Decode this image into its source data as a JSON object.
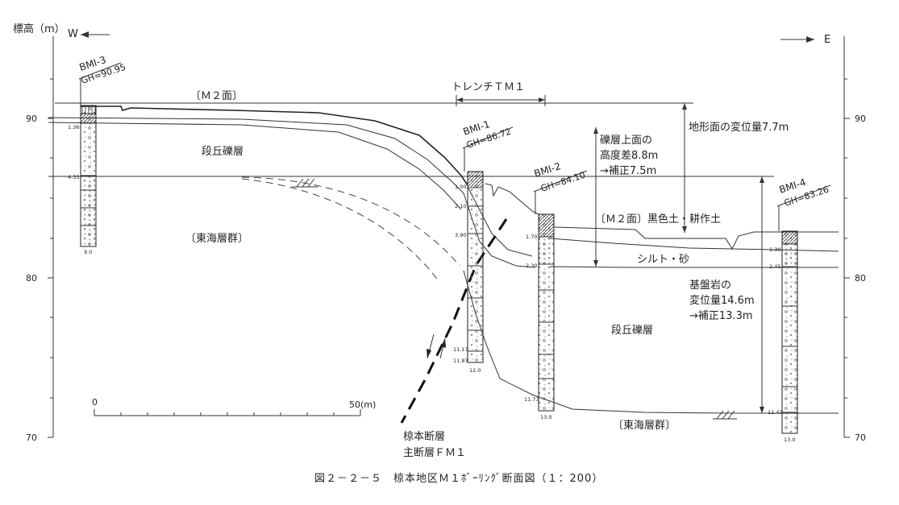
{
  "diagram": {
    "y_axis_label": "標高（m）",
    "west_label": "W",
    "east_label": "E",
    "ticks_left": [
      "90",
      "80",
      "70"
    ],
    "ticks_right": [
      "90",
      "80",
      "70"
    ],
    "boreholes": [
      {
        "id": "BMI-3",
        "gh": "GH=90.95",
        "depths": [
          "1.36",
          "4.55"
        ],
        "bottom": "9.0"
      },
      {
        "id": "BMI-1",
        "gh": "GH=86.72",
        "depths": [
          "1.00",
          "2.10",
          "3.90",
          "11.17",
          "11.87"
        ],
        "bottom": "12.0"
      },
      {
        "id": "BMI-2",
        "gh": "GH=84.10",
        "depths": [
          "1.70",
          "2.30",
          "11.73"
        ],
        "bottom": "13.0"
      },
      {
        "id": "BMI-4",
        "gh": "GH=83.26",
        "depths": [
          "1.30",
          "2.45",
          "11.43"
        ],
        "bottom": "13.0"
      }
    ],
    "labels": {
      "m2_surface_upper": "〔Ｍ２面〕",
      "trench": "トレンチＴＭ１",
      "terrace_gravel_upper": "段丘礫層",
      "tokai_group_left": "〔東海層群〕",
      "gravel_top_diff_1": "礫層上面の",
      "gravel_top_diff_2": "高度差8.8m",
      "gravel_top_diff_3": "→補正7.5m",
      "surface_disp": "地形面の変位量7.7m",
      "m2_black_soil": "〔Ｍ２面〕黒色土・耕作土",
      "silt_sand": "シルト・砂",
      "bedrock_1": "基盤岩の",
      "bedrock_2": "変位量14.6m",
      "bedrock_3": "→補正13.3m",
      "terrace_gravel_lower": "段丘礫層",
      "tokai_group_lower": "〔東海層群〕",
      "fault_1": "椋本断層",
      "fault_2": "主断層ＦＭ１"
    },
    "scale": {
      "start": "0",
      "end": "50(m)"
    },
    "caption": "図２－２－５　椋本地区Ｍ１ﾎﾞｰﾘﾝｸﾞ断面図（１：200）"
  }
}
